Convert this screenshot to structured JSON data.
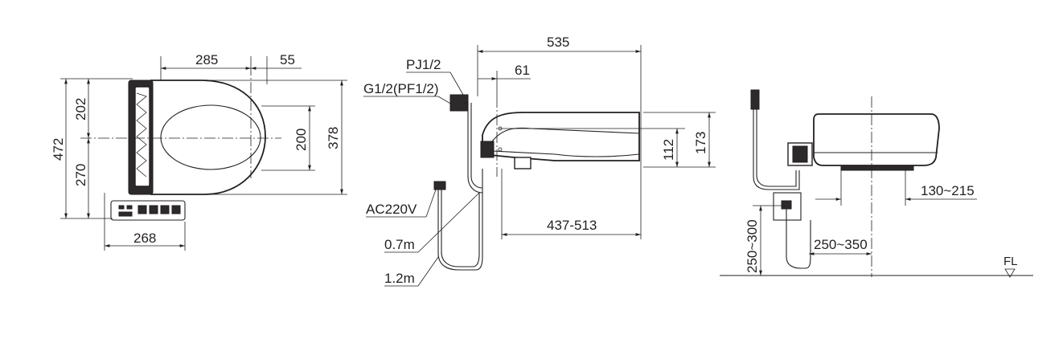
{
  "diagram": {
    "top_view": {
      "width_285": "285",
      "width_55": "55",
      "height_202": "202",
      "height_472": "472",
      "height_270": "270",
      "bowl_200": "200",
      "total_378": "378",
      "depth_268": "268"
    },
    "side_view": {
      "length_535": "535",
      "offset_61": "61",
      "thread_pj": "PJ1/2",
      "thread_g": "G1/2(PF1/2)",
      "height_112": "112",
      "height_173": "173",
      "power": "AC220V",
      "range_437_513": "437-513",
      "cord_07": "0.7m",
      "cord_12": "1.2m"
    },
    "front_view": {
      "range_130_215": "130~215",
      "range_250_300": "250~300",
      "range_250_350": "250~350",
      "floor_label": "FL"
    }
  }
}
